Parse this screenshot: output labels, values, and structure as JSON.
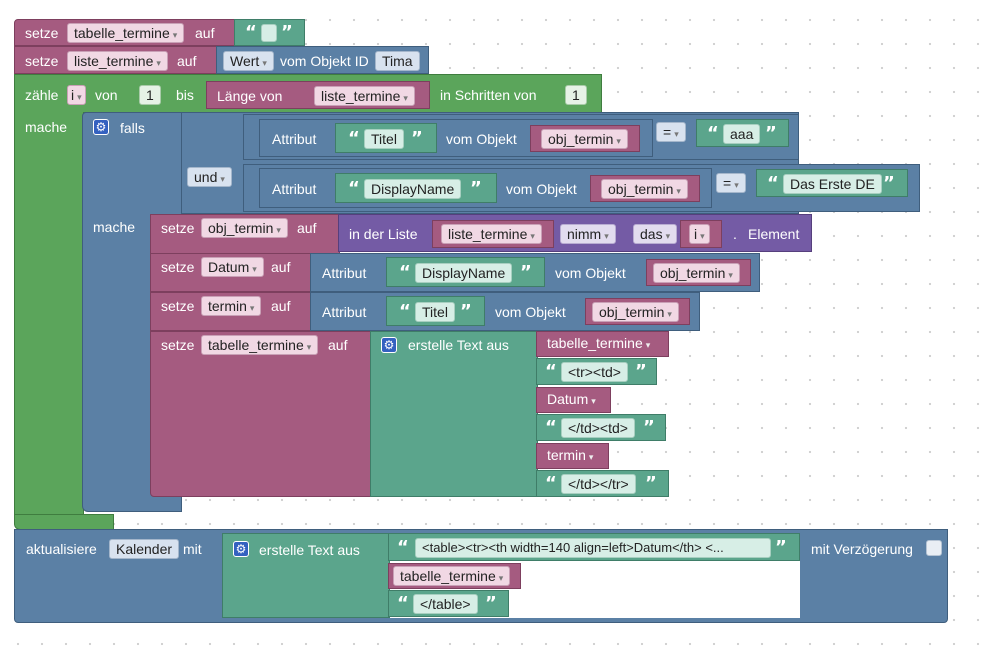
{
  "blocks": {
    "set1": {
      "setze": "setze",
      "var": "tabelle_termine",
      "auf": "auf",
      "text": ""
    },
    "set2": {
      "setze": "setze",
      "var": "liste_termine",
      "auf": "auf",
      "wert": "Wert",
      "vom_objekt_id": "vom Objekt ID",
      "id": "Tima"
    },
    "loop": {
      "zaehle": "zähle",
      "var": "i",
      "von": "von",
      "from": "1",
      "bis": "bis",
      "laenge_von": "Länge von",
      "list_var": "liste_termine",
      "schritte": "in Schritten von",
      "step": "1",
      "mache": "mache"
    },
    "if": {
      "falls": "falls",
      "mache": "mache",
      "und": "und",
      "cond1": {
        "attribut": "Attribut",
        "attr": "Titel",
        "vom_objekt": "vom Objekt",
        "obj": "obj_termin",
        "op": "=",
        "value": "aaa"
      },
      "cond2": {
        "attribut": "Attribut",
        "attr": "DisplayName",
        "vom_objekt": "vom Objekt",
        "obj": "obj_termin",
        "op": "=",
        "value": "Das Erste DE"
      }
    },
    "set_obj": {
      "setze": "setze",
      "var": "obj_termin",
      "auf": "auf",
      "in_der_liste": "in der Liste",
      "list": "liste_termine",
      "nimm": "nimm",
      "das": "das",
      "index": "i",
      "element": "Element",
      "dot": "."
    },
    "set_datum": {
      "setze": "setze",
      "var": "Datum",
      "auf": "auf",
      "attribut": "Attribut",
      "attr": "DisplayName",
      "vom_objekt": "vom Objekt",
      "obj": "obj_termin"
    },
    "set_termin": {
      "setze": "setze",
      "var": "termin",
      "auf": "auf",
      "attribut": "Attribut",
      "attr": "Titel",
      "vom_objekt": "vom Objekt",
      "obj": "obj_termin"
    },
    "set_tab": {
      "setze": "setze",
      "var": "tabelle_termine",
      "auf": "auf",
      "erstelle": "erstelle Text aus",
      "items": [
        "tabelle_termine",
        "<tr><td>",
        "Datum",
        "</td><td>",
        "termin",
        "</td></tr>"
      ]
    },
    "update": {
      "aktualisiere": "aktualisiere",
      "target": "Kalender",
      "mit": "mit",
      "erstelle": "erstelle Text aus",
      "items": [
        "<table><tr><th width=140 align=left>Datum</th> <...",
        "tabelle_termine",
        "</table>"
      ],
      "delay": "mit Verzögerung"
    }
  },
  "colors": {
    "variable": "#a55b80",
    "text": "#5ba58c",
    "object": "#5b80a5",
    "loop": "#5ba55b",
    "list": "#745ba5",
    "gear": "#3461c0"
  },
  "icons": {
    "mutator": "gear-icon",
    "dropdown": "chevron-down-icon",
    "quote": "quote-icon"
  }
}
